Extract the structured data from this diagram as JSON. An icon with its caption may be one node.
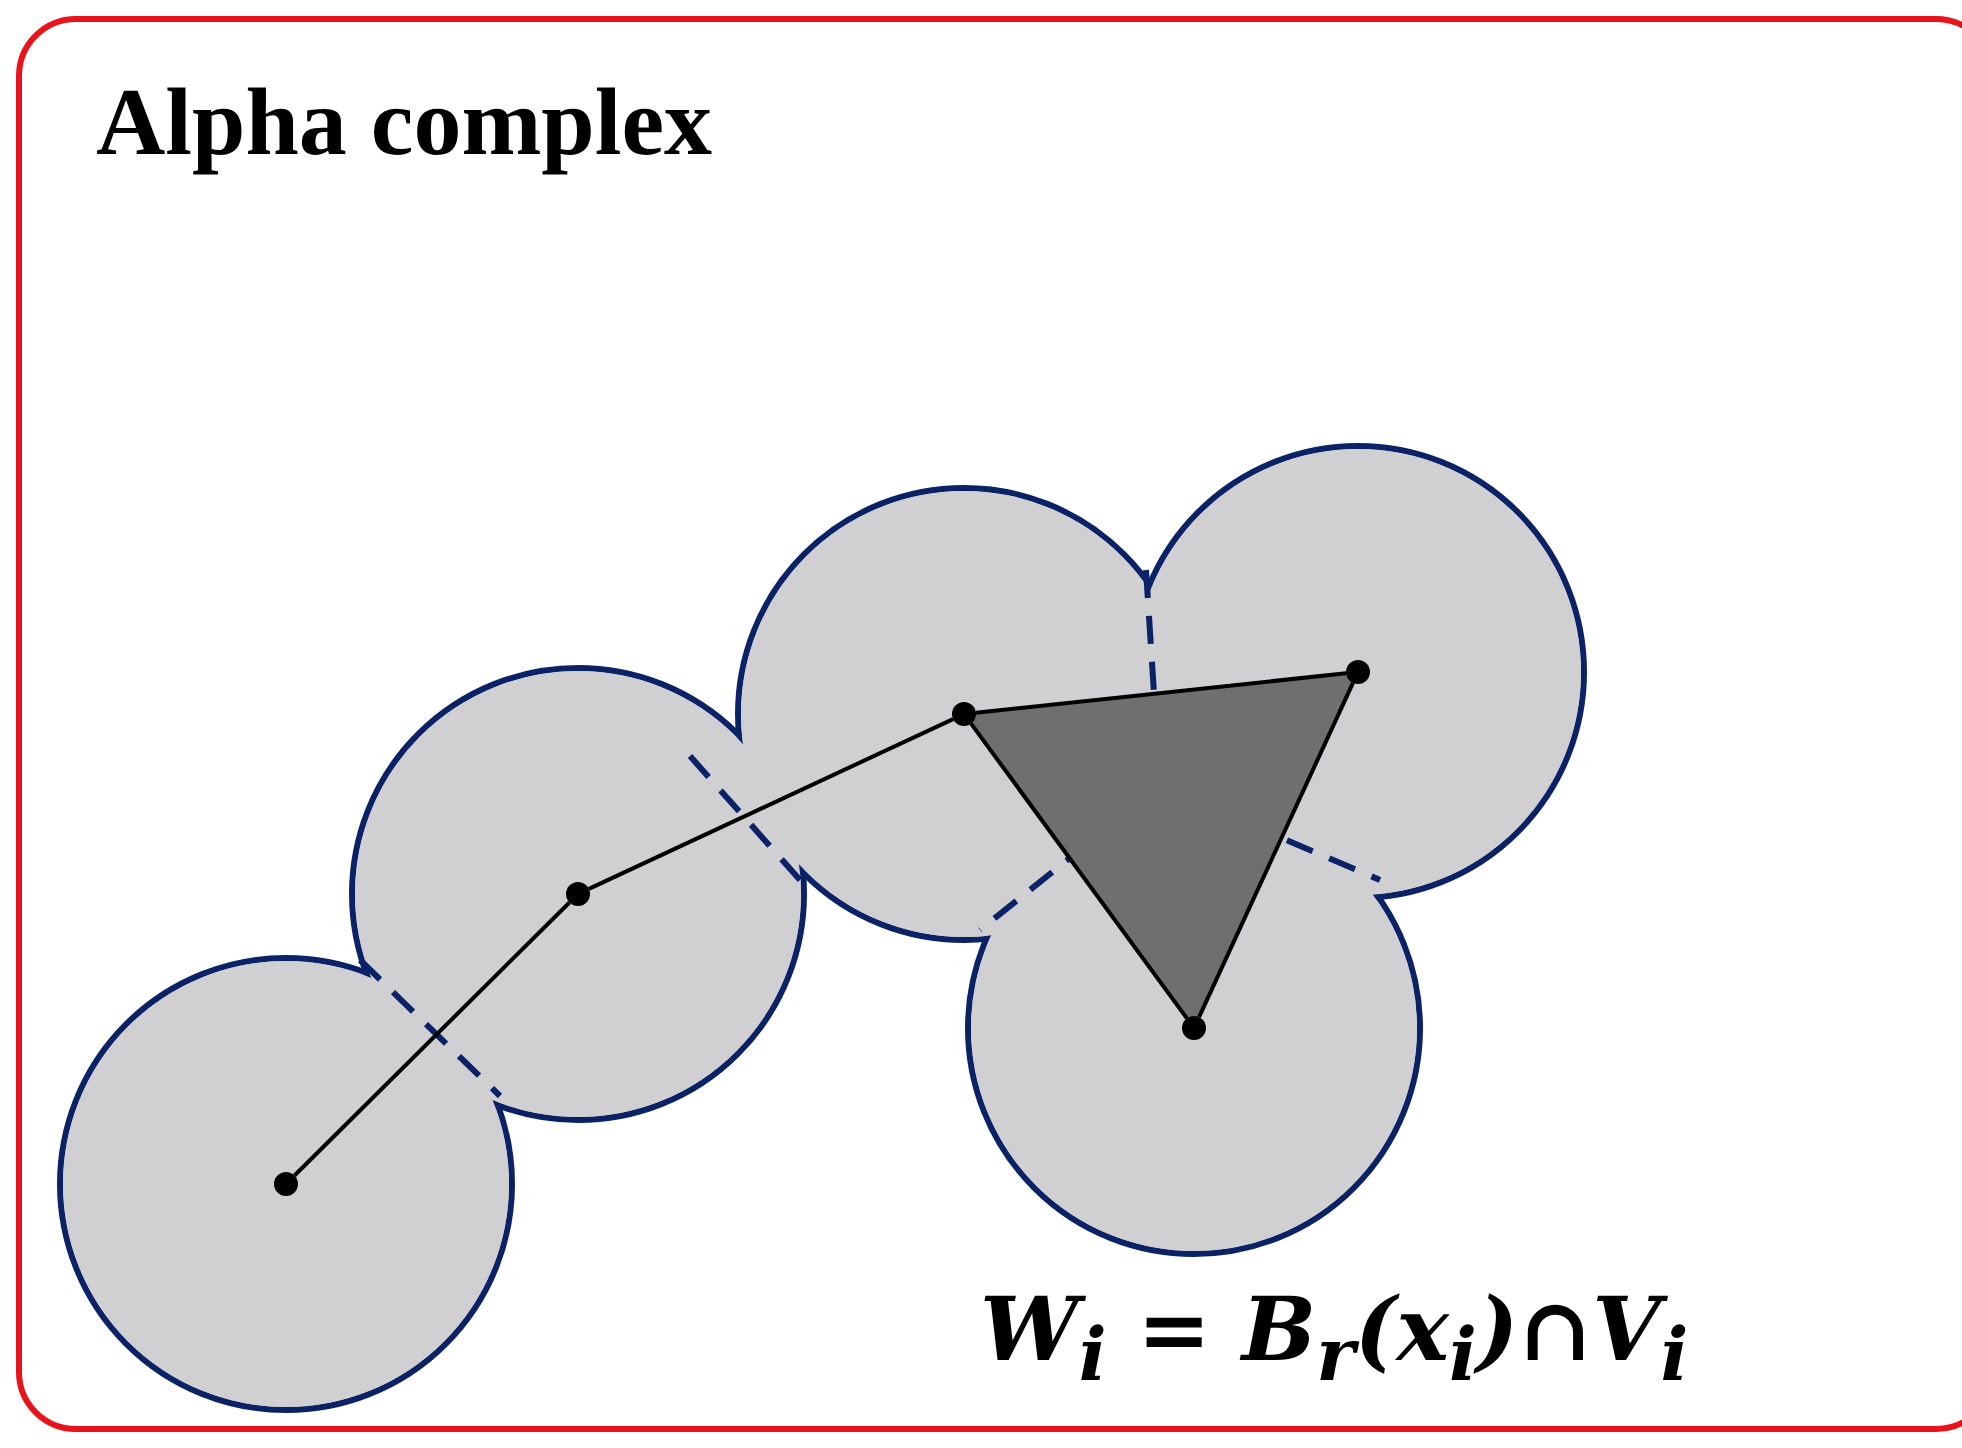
{
  "diagram": {
    "title": "Alpha complex",
    "nodes": [
      {
        "text": [],
        "shape": "circle"
      },
      {
        "text": [],
        "shape": "circle"
      },
      {
        "text": [],
        "shape": "circle"
      },
      {
        "text": [],
        "shape": "circle"
      },
      {
        "text": [],
        "shape": "circle"
      }
    ],
    "edges": [
      {
        "from": 0,
        "to": 1,
        "arrow": "none"
      },
      {
        "from": 1,
        "to": 2,
        "arrow": "none"
      },
      {
        "from": 2,
        "to": 4,
        "arrow": "none"
      },
      {
        "from": 4,
        "to": 3,
        "arrow": "none"
      },
      {
        "from": 3,
        "to": 2,
        "arrow": "none"
      }
    ],
    "labels": [
      "W$_{i}$ = B$_{r}$(x$_{i}$)∩V$_{i}$"
    ]
  }
}
